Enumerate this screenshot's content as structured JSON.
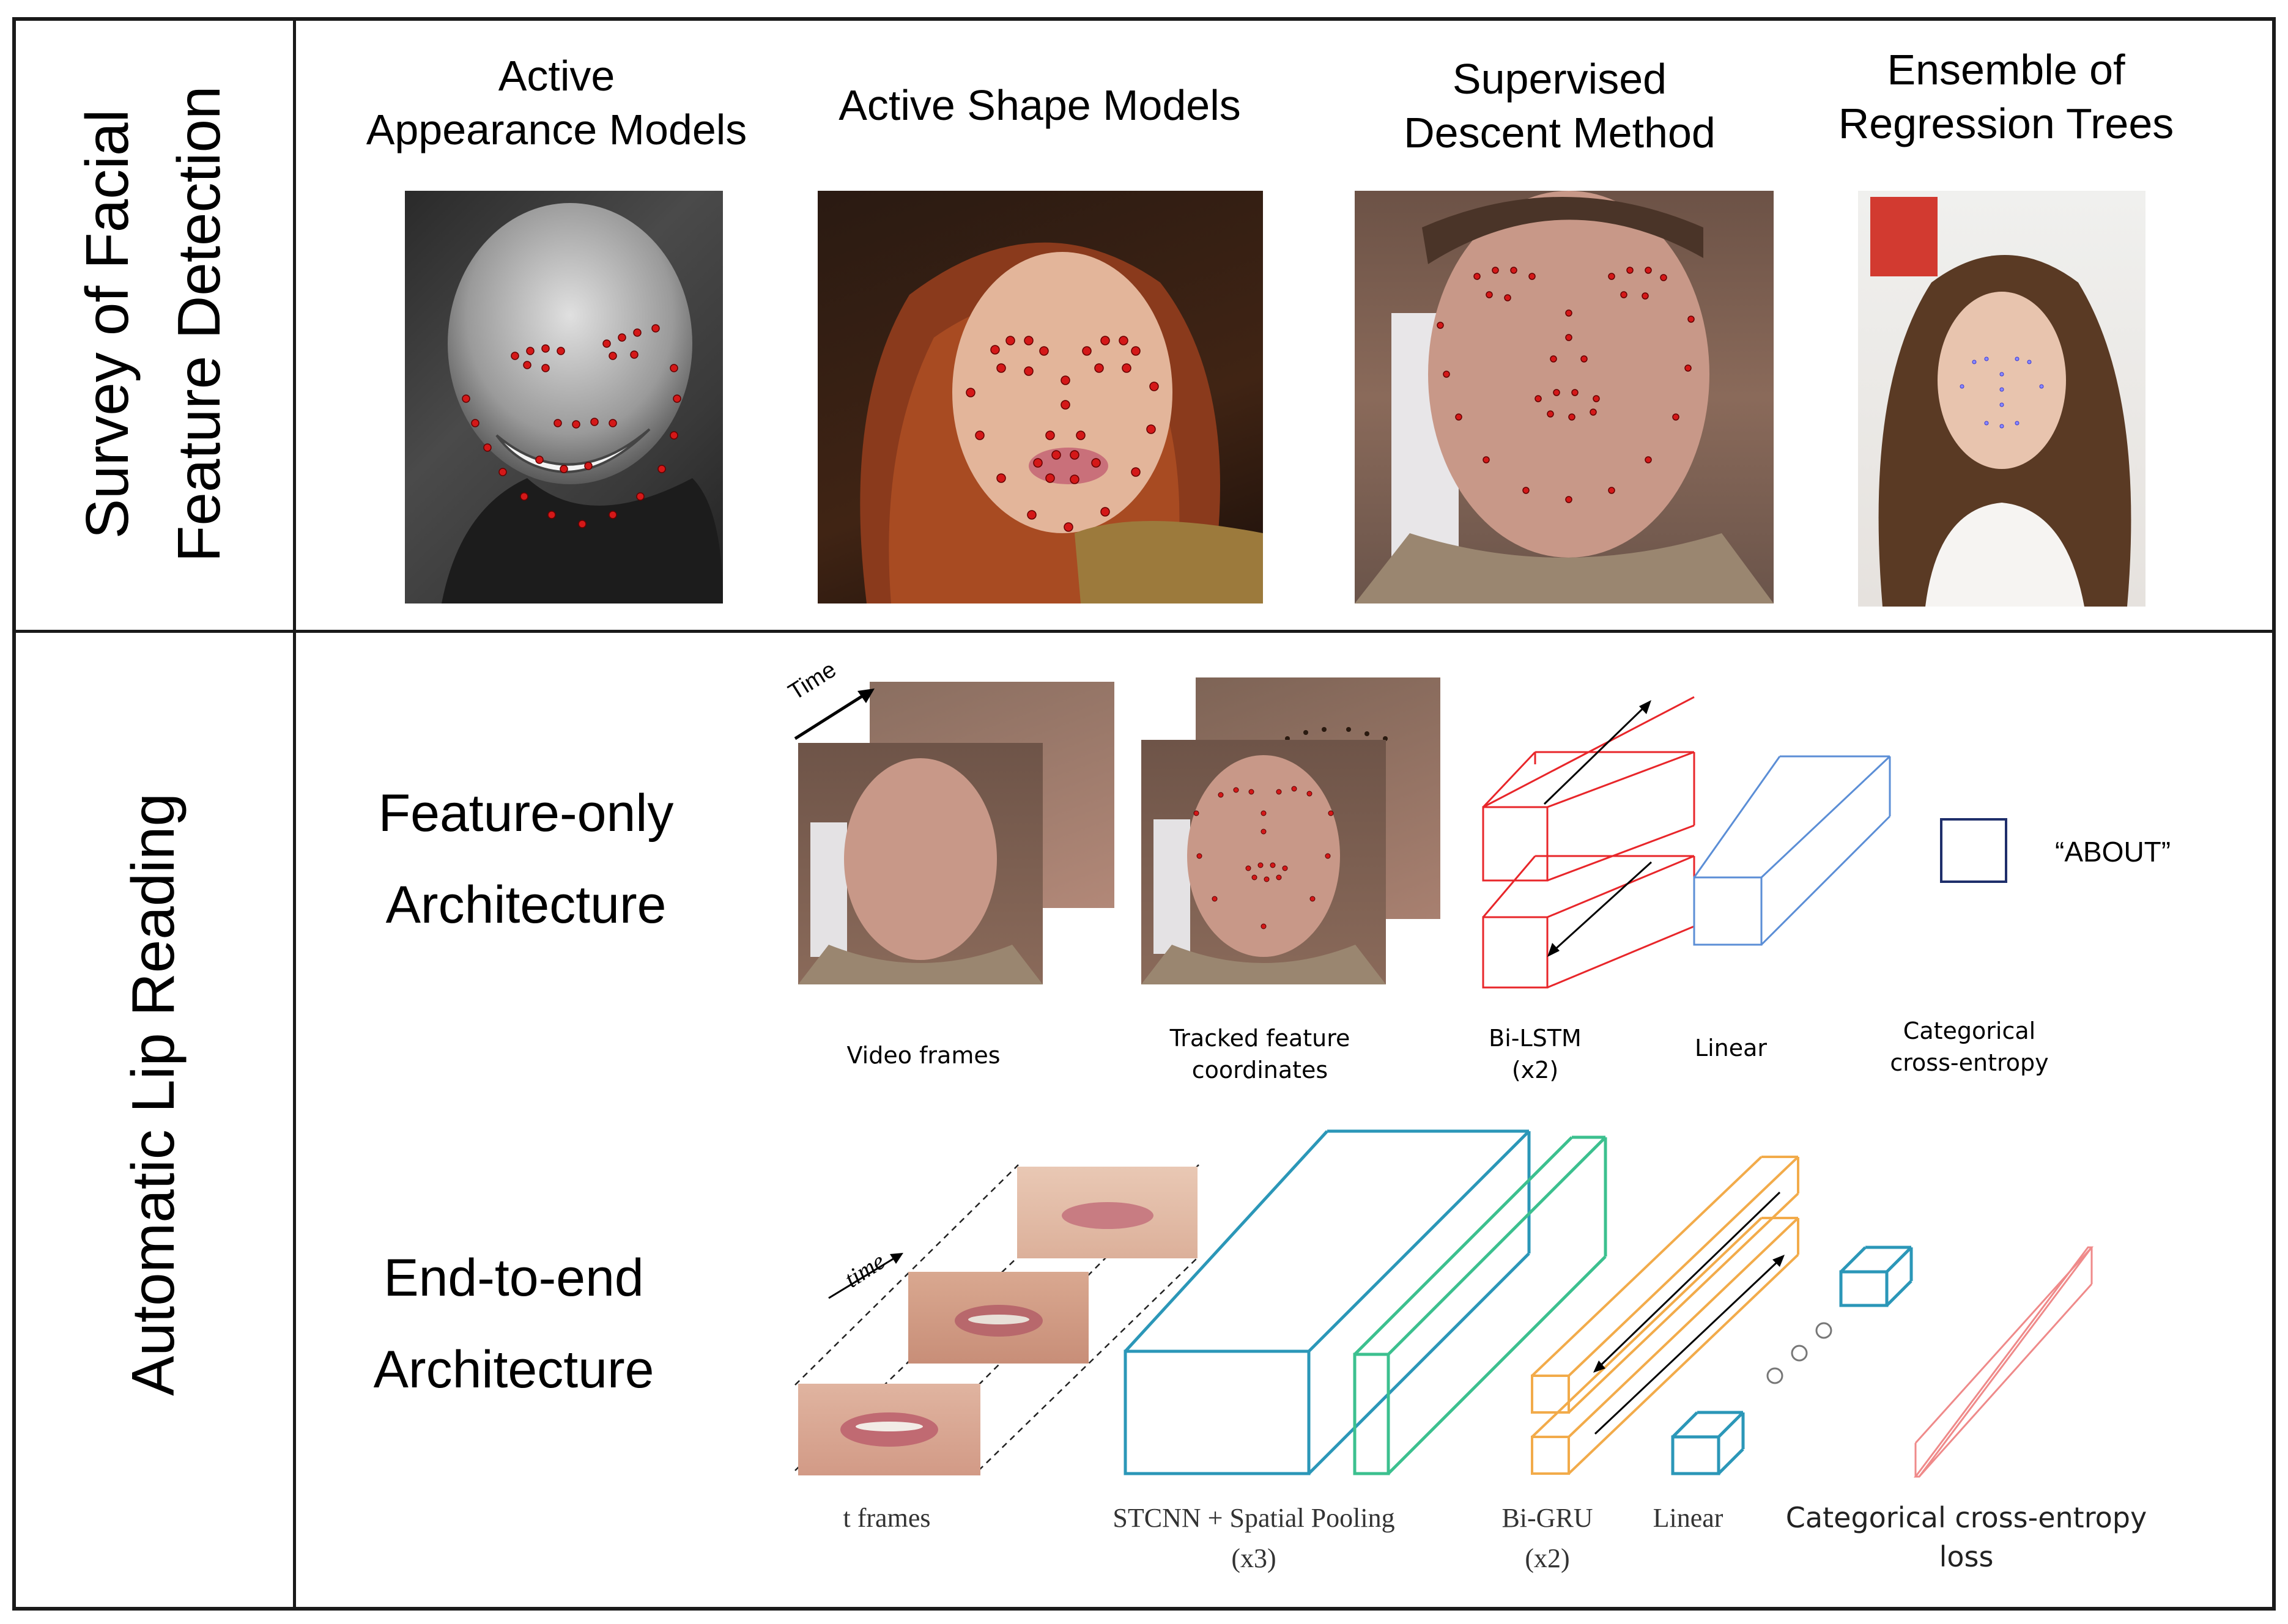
{
  "top_section": {
    "side_title_line1": "Survey of Facial",
    "side_title_line2": "Feature Detection",
    "methods": [
      {
        "label_line1": "Active",
        "label_line2": "Appearance Models",
        "icon": "bald-man-face-photo"
      },
      {
        "label_line1": "Active Shape Models",
        "label_line2": "",
        "icon": "woman-face-photo"
      },
      {
        "label_line1": "Supervised",
        "label_line2": "Descent Method",
        "icon": "man-face-photo"
      },
      {
        "label_line1": "Ensemble of",
        "label_line2": "Regression Trees",
        "icon": "woman-portrait-photo"
      }
    ],
    "landmark_color": "#e01010"
  },
  "bottom_section": {
    "side_title": "Automatic Lip Reading",
    "feature_only": {
      "title_line1": "Feature-only",
      "title_line2": "Architecture",
      "time_label": "Time",
      "output_word": "“ABOUT”",
      "captions": {
        "video_frames": "Video frames",
        "tracked_line1": "Tracked feature",
        "tracked_line2": "coordinates",
        "bilstm_line1": "Bi-LSTM",
        "bilstm_line2": "(x2)",
        "linear": "Linear",
        "ce_line1": "Categorical",
        "ce_line2": "cross-entropy"
      },
      "colors": {
        "bilstm": "#e8262a",
        "linear": "#5b8ed6",
        "output": "#1f2f6b"
      }
    },
    "end_to_end": {
      "title_line1": "End-to-end",
      "title_line2": "Architecture",
      "time_label": "time",
      "captions": {
        "t_frames": "t frames",
        "stcnn_line1": "STCNN + Spatial Pooling",
        "stcnn_line2": "(x3)",
        "bigru_line1": "Bi-GRU",
        "bigru_line2": "(x2)",
        "linear": "Linear",
        "ce_line1": "Categorical cross-entropy",
        "ce_line2": "loss"
      },
      "colors": {
        "stcnn": "#2b97b8",
        "pool": "#3cc08f",
        "bigru": "#f2ab4a",
        "linear": "#2b97b8",
        "loss": "#ef8a8a"
      }
    }
  }
}
